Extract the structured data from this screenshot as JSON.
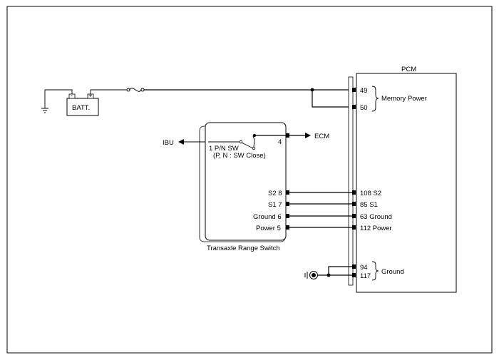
{
  "battery": {
    "label": "BATT.",
    "neg": "-",
    "pos": "+"
  },
  "pcm": {
    "title": "PCM",
    "pins": {
      "p49": "49",
      "p50": "50",
      "p108": "108 S2",
      "p85": "85 S1",
      "p63": "63 Ground",
      "p112": "112 Power",
      "p94": "94",
      "p117": "117"
    },
    "memory_power": "Memory Power",
    "ground": "Ground"
  },
  "switch": {
    "title": "Transaxle Range Switch",
    "sw_line1": "1 P/N SW",
    "sw_line2": "(P, N : SW Close)",
    "pin4": "4",
    "pins": {
      "s2": "S2 8",
      "s1": "S1 7",
      "ground": "Ground 6",
      "power": "Power 5"
    }
  },
  "ibu": "IBU",
  "ecm": "ECM"
}
